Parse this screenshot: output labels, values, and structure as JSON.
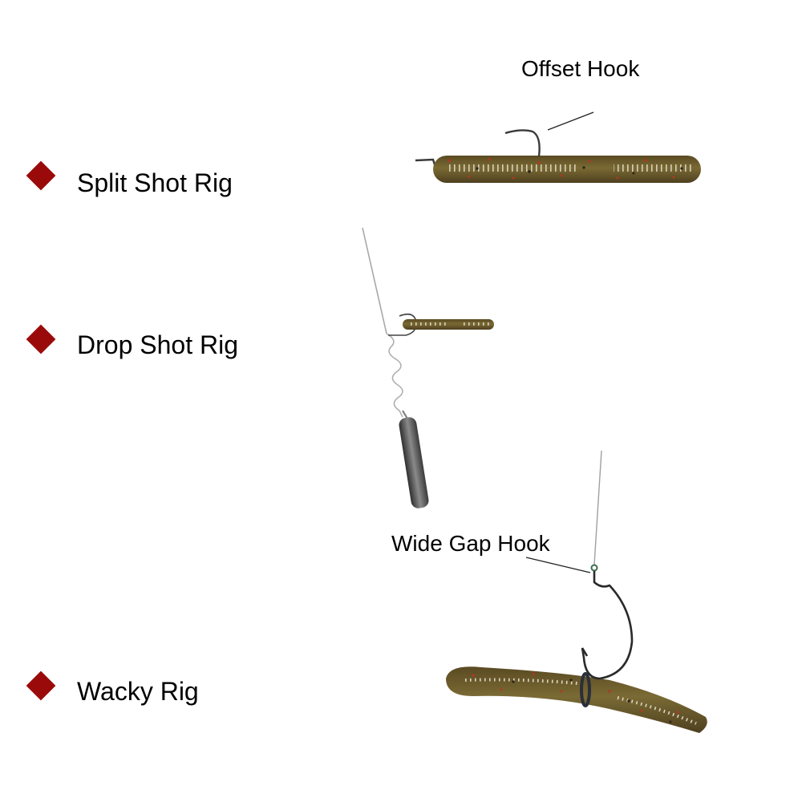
{
  "rigs": [
    {
      "label": "Split Shot Rig",
      "bullet_color": "#9b0a0a"
    },
    {
      "label": "Drop Shot Rig",
      "bullet_color": "#9b0a0a"
    },
    {
      "label": "Wacky Rig",
      "bullet_color": "#9b0a0a"
    }
  ],
  "callouts": {
    "offset_hook": "Offset Hook",
    "wide_gap_hook": "Wide Gap Hook"
  },
  "colors": {
    "worm_body": "#6b5a2a",
    "worm_speckle_red": "#c0321e",
    "worm_speckle_dark": "#2a2418",
    "hook": "#333333",
    "sinker": "#555555",
    "line": "#999999"
  }
}
